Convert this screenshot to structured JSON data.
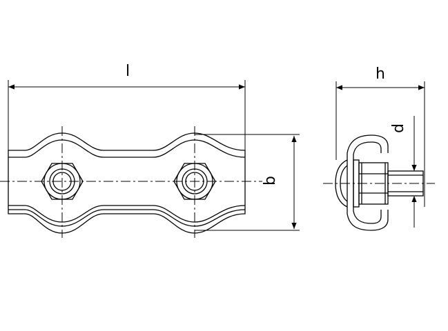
{
  "drawing": {
    "labels": {
      "length": "l",
      "width": "b",
      "height": "h",
      "diameter": "d"
    },
    "colors": {
      "line": "#000000",
      "background": "#ffffff"
    }
  }
}
